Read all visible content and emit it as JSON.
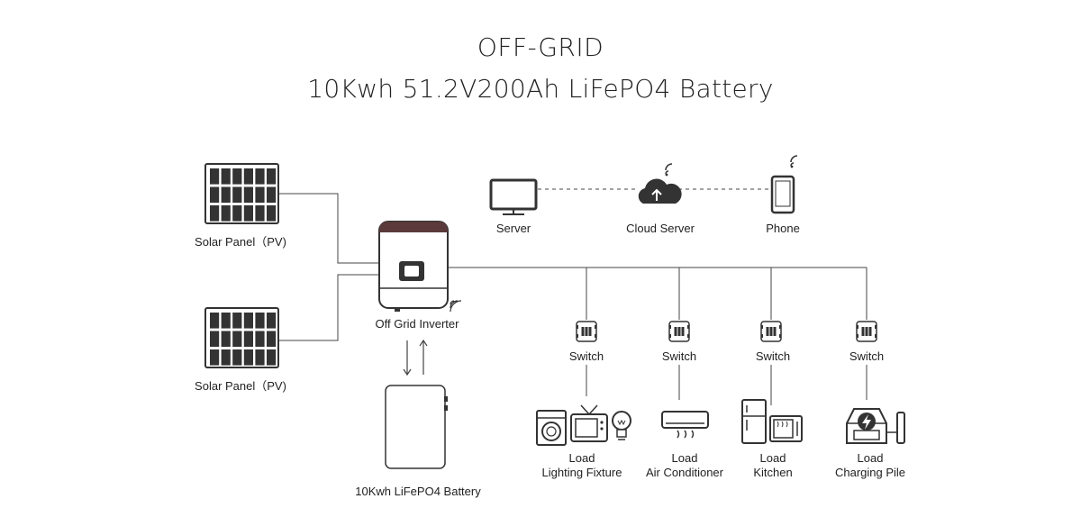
{
  "title": {
    "line1": "OFF-GRID",
    "line2": "10Kwh 51.2V200Ah LiFePO4 Battery"
  },
  "nodes": {
    "solar_panel_top": "Solar Panel（PV)",
    "solar_panel_bottom": "Solar Panel（PV)",
    "inverter": "Off Grid Inverter",
    "battery": "10Kwh LiFePO4 Battery",
    "server": "Server",
    "cloud_server": "Cloud Server",
    "phone": "Phone"
  },
  "branches": [
    {
      "switch_label": "Switch",
      "load_label": "Load",
      "load_name": "Lighting Fixture"
    },
    {
      "switch_label": "Switch",
      "load_label": "Load",
      "load_name": "Air Conditioner"
    },
    {
      "switch_label": "Switch",
      "load_label": "Load",
      "load_name": "Kitchen"
    },
    {
      "switch_label": "Switch",
      "load_label": "Load",
      "load_name": "Charging Pile"
    }
  ],
  "colors": {
    "line": "#444444",
    "dark": "#333333",
    "accent": "#5a3a3a"
  }
}
